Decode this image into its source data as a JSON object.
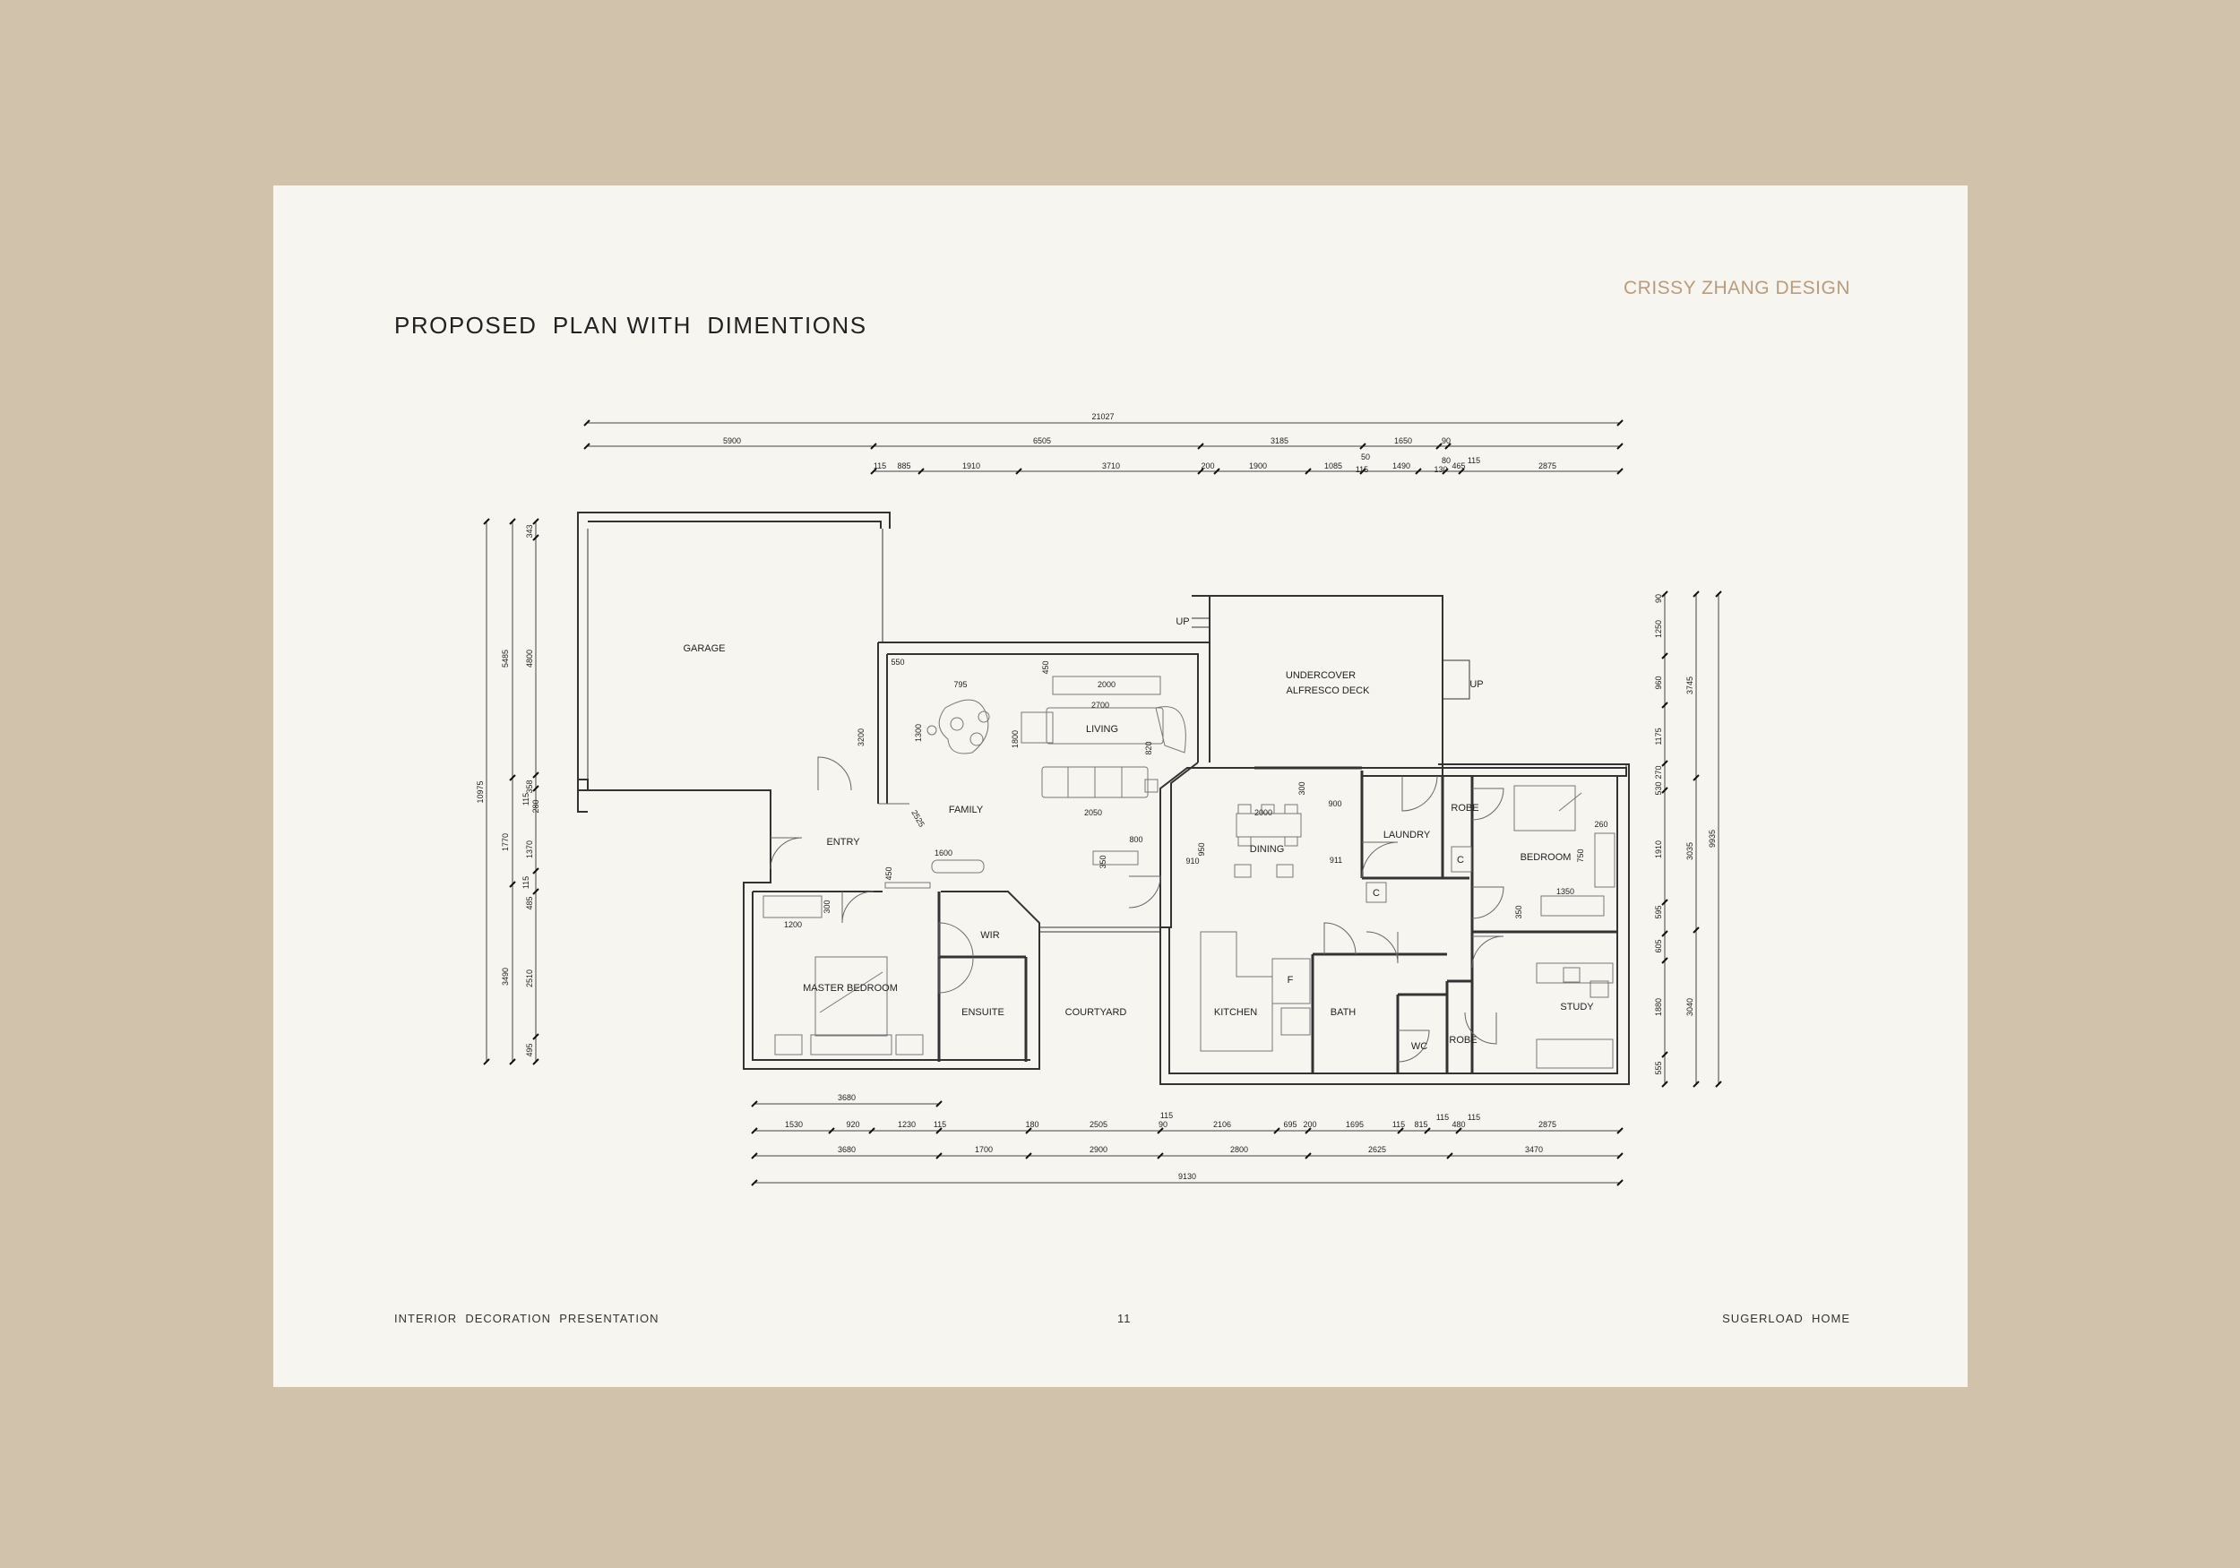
{
  "sheet": {
    "title": "PROPOSED  PLAN WITH  DIMENTIONS",
    "brand": "CRISSY ZHANG DESIGN",
    "footer_left": "INTERIOR  DECORATION  PRESENTATION",
    "page_number": "11",
    "footer_right": "SUGERLOAD  HOME"
  },
  "rooms": {
    "garage": "GARAGE",
    "living": "LIVING",
    "family": "FAMILY",
    "entry": "ENTRY",
    "alfresco_1": "UNDERCOVER",
    "alfresco_2": "ALFRESCO DECK",
    "dining": "DINING",
    "laundry": "LAUNDRY",
    "robe_1": "ROBE",
    "robe_2": "ROBE",
    "bedroom": "BEDROOM",
    "wir": "WIR",
    "master_bedroom": "MASTER BEDROOM",
    "ensuite": "ENSUITE",
    "courtyard": "COURTYARD",
    "kitchen": "KITCHEN",
    "bath": "BATH",
    "wc": "WC",
    "study": "STUDY",
    "cupboard_c1": "C",
    "cupboard_c2": "C",
    "fridge_f": "F",
    "up_1": "UP",
    "up_2": "UP"
  },
  "dims_top": {
    "overall": "21027",
    "row2": [
      "5900",
      "6505",
      "3185",
      "1650",
      "90"
    ],
    "row3": [
      "115",
      "885",
      "1910",
      "3710",
      "200",
      "1900",
      "1085",
      "115",
      "1490",
      "130",
      "465",
      "115",
      "2875"
    ],
    "extra": [
      "50",
      "80"
    ]
  },
  "dims_bottom": {
    "row1": [
      "3680"
    ],
    "row2": [
      "1530",
      "920",
      "1230",
      "115",
      "180",
      "2505",
      "90",
      "2106",
      "695",
      "200",
      "1695",
      "115",
      "815",
      "115",
      "480",
      "2875"
    ],
    "extra": [
      "115",
      "115"
    ],
    "row3": [
      "3680",
      "1700",
      "2900",
      "2800",
      "2625",
      "3470"
    ],
    "overall": "9130"
  },
  "dims_left": {
    "overall": "10975",
    "col2": [
      "5485",
      "1770",
      "3490"
    ],
    "col3": [
      "343",
      "4800",
      "358",
      "115",
      "1370",
      "115",
      "485",
      "2510",
      "495"
    ],
    "extra": [
      "280"
    ]
  },
  "dims_right": {
    "col1": [
      "90",
      "1250",
      "960",
      "1175",
      "530",
      "270",
      "1910",
      "595",
      "605",
      "1880",
      "555"
    ],
    "col2": [
      "3745",
      "3035",
      "3040"
    ],
    "overall": "9935"
  },
  "dims_interior": {
    "d550": "550",
    "d795": "795",
    "d450": "450",
    "d2000": "2000",
    "d2700": "2700",
    "d1300": "1300",
    "d1800": "1800",
    "d820": "820",
    "d3200": "3200",
    "d2050": "2050",
    "d2525": "2525",
    "d800": "800",
    "d1600": "1600",
    "d450b": "450",
    "d300": "300",
    "d1200": "1200",
    "d350": "350",
    "d2000b": "2000",
    "d300b": "300",
    "d900": "900",
    "d910": "910",
    "d950": "950",
    "d911": "911",
    "d260": "260",
    "d750": "750",
    "d1350": "1350",
    "d350b": "350"
  }
}
